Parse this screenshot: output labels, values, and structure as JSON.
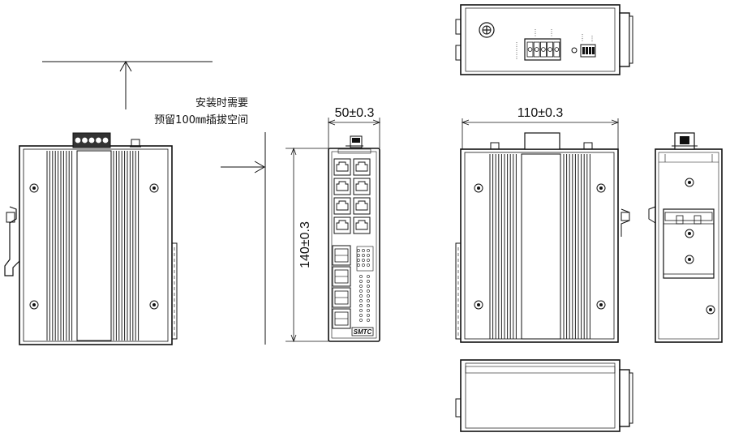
{
  "installation_note": {
    "line1": "安装时需要",
    "line2": "预留100㎜插拔空间"
  },
  "dimensions": {
    "width": "50±0.3",
    "height": "140±0.3",
    "depth": "110±0.3"
  },
  "front_panel": {
    "brand": "SMTC",
    "rj45_port_count": 8,
    "sfp_port_count": 4
  },
  "colors": {
    "line": "#111111",
    "fill": "#ffffff",
    "fin": "#222222"
  }
}
